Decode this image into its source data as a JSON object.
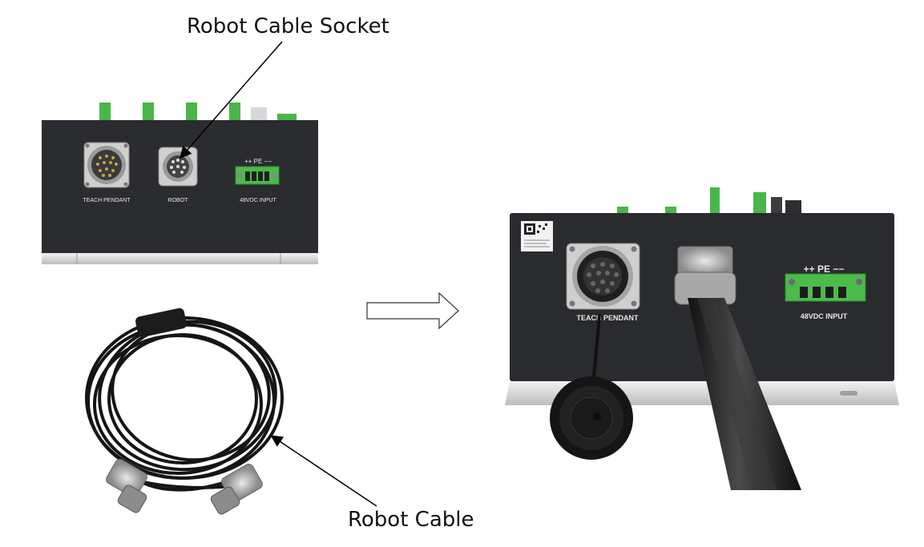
{
  "callouts": {
    "socket_label": "Robot Cable Socket",
    "cable_label": "Robot Cable"
  },
  "panel_top": {
    "teach_pendant": "TEACH PENDANT",
    "robot": "ROBOT",
    "power_polarity": "++ PE −−",
    "power_input": "48VDC INPUT"
  },
  "panel_photo": {
    "teach_pendant": "TEACH PENDANT",
    "power_polarity": "++ PE −−",
    "power_input": "48VDC INPUT"
  },
  "colors": {
    "enclosure": "#2b2c30",
    "terminal_green": "#4bbb4b",
    "metal": "#c9c9c9",
    "cable": "#1a1a1a"
  }
}
